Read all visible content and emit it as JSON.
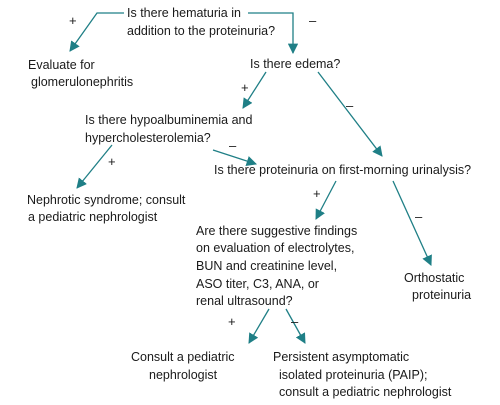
{
  "colors": {
    "arrow": "#1f7f86",
    "text": "#1a1a1a"
  },
  "nodes": {
    "hematuria": {
      "line1": "Is there hematuria in",
      "line2": "addition to the proteinuria?"
    },
    "glomerulonephritis": {
      "line1": "Evaluate for",
      "line2": "glomerulonephritis"
    },
    "edema": {
      "line1": "Is there edema?"
    },
    "hypoalbuminemia": {
      "line1": "Is there hypoalbuminemia and",
      "line2": "hypercholesterolemia?"
    },
    "nephrotic": {
      "line1": "Nephrotic syndrome; consult",
      "line2": "a pediatric nephrologist"
    },
    "first_morning": {
      "line1": "Is there proteinuria on first-morning urinalysis?"
    },
    "suggestive": {
      "line1": "Are there suggestive findings",
      "line2": "on evaluation of electrolytes,",
      "line3": "BUN and creatinine level,",
      "line4": "ASO titer, C3, ANA, or",
      "line5": "renal ultrasound?"
    },
    "orthostatic": {
      "line1": "Orthostatic",
      "line2": "proteinuria"
    },
    "consult": {
      "line1": "Consult a pediatric",
      "line2": "nephrologist"
    },
    "paip": {
      "line1": "Persistent asymptomatic",
      "line2": "isolated proteinuria (PAIP);",
      "line3": "consult a pediatric nephrologist"
    }
  },
  "signs": {
    "hematuria_yes": "+",
    "hematuria_no": "–",
    "edema_yes": "+",
    "edema_no": "–",
    "hypo_yes": "+",
    "hypo_no": "–",
    "first_morning_yes": "+",
    "first_morning_no": "–",
    "suggestive_yes": "+",
    "suggestive_no": "–"
  }
}
